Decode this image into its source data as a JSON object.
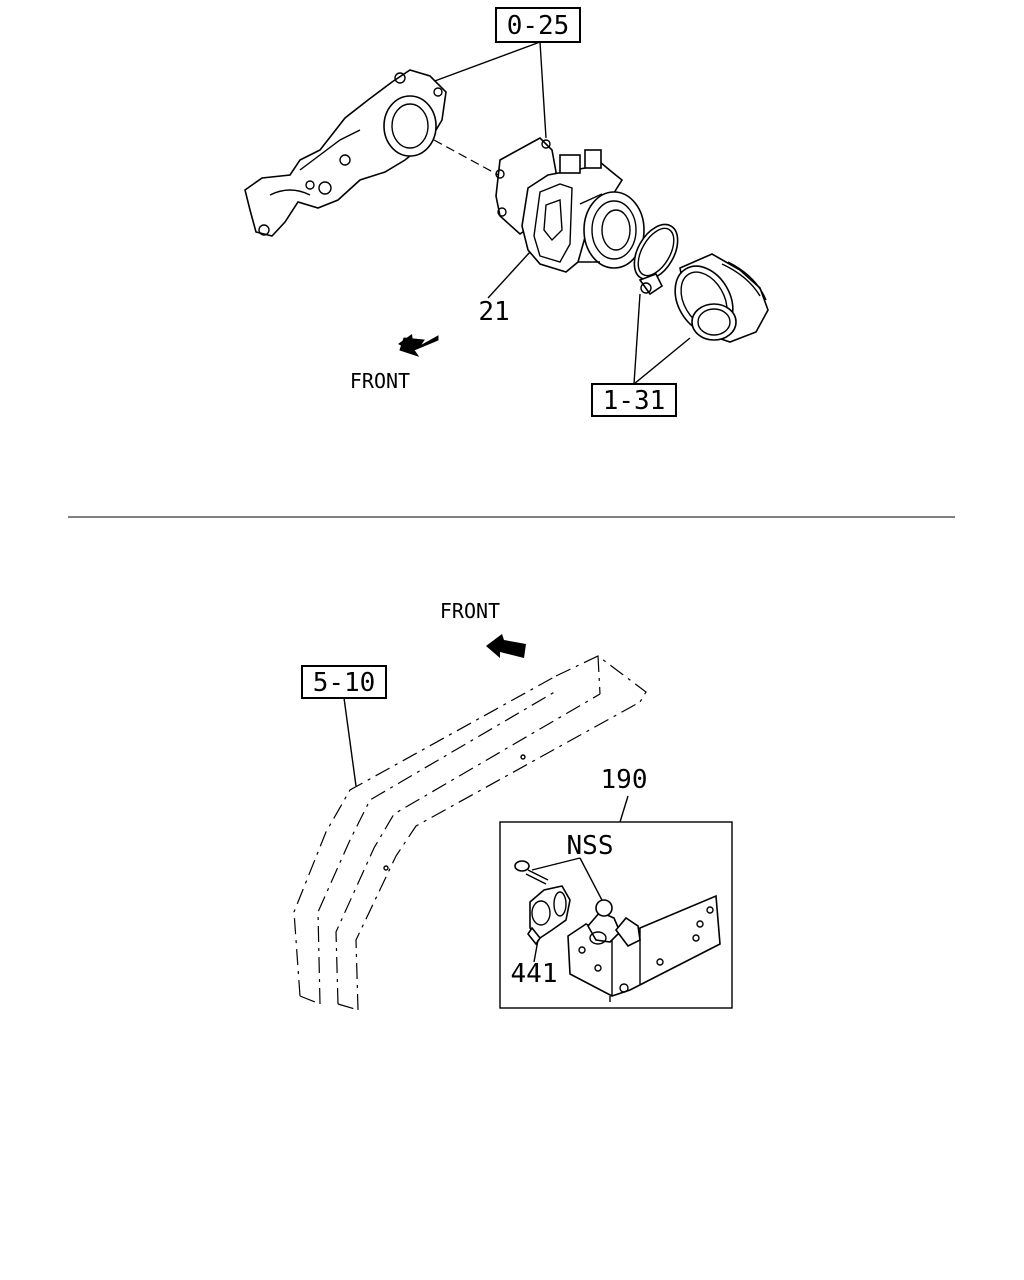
{
  "top": {
    "ref_main": "0-25",
    "ref_hose": "1-31",
    "part_throttle": "21",
    "front_label": "FRONT"
  },
  "bottom": {
    "ref_frame": "5-10",
    "part_bracket": "190",
    "note_nss": "NSS",
    "part_sensor": "441",
    "front_label": "FRONT"
  }
}
